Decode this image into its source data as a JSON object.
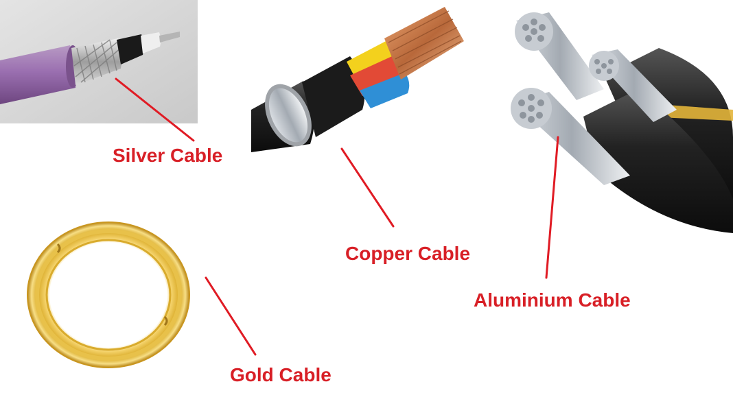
{
  "colors": {
    "label": "#d81f26",
    "leader": "#e01b24"
  },
  "labels": {
    "silver": "Silver Cable",
    "copper": "Copper Cable",
    "aluminium": "Aluminium Cable",
    "gold": "Gold Cable"
  },
  "images": {
    "silver": "silver-cable-photo",
    "copper": "copper-cable-photo",
    "aluminium": "aluminium-cable-photo",
    "gold": "gold-wire-coil-photo"
  }
}
